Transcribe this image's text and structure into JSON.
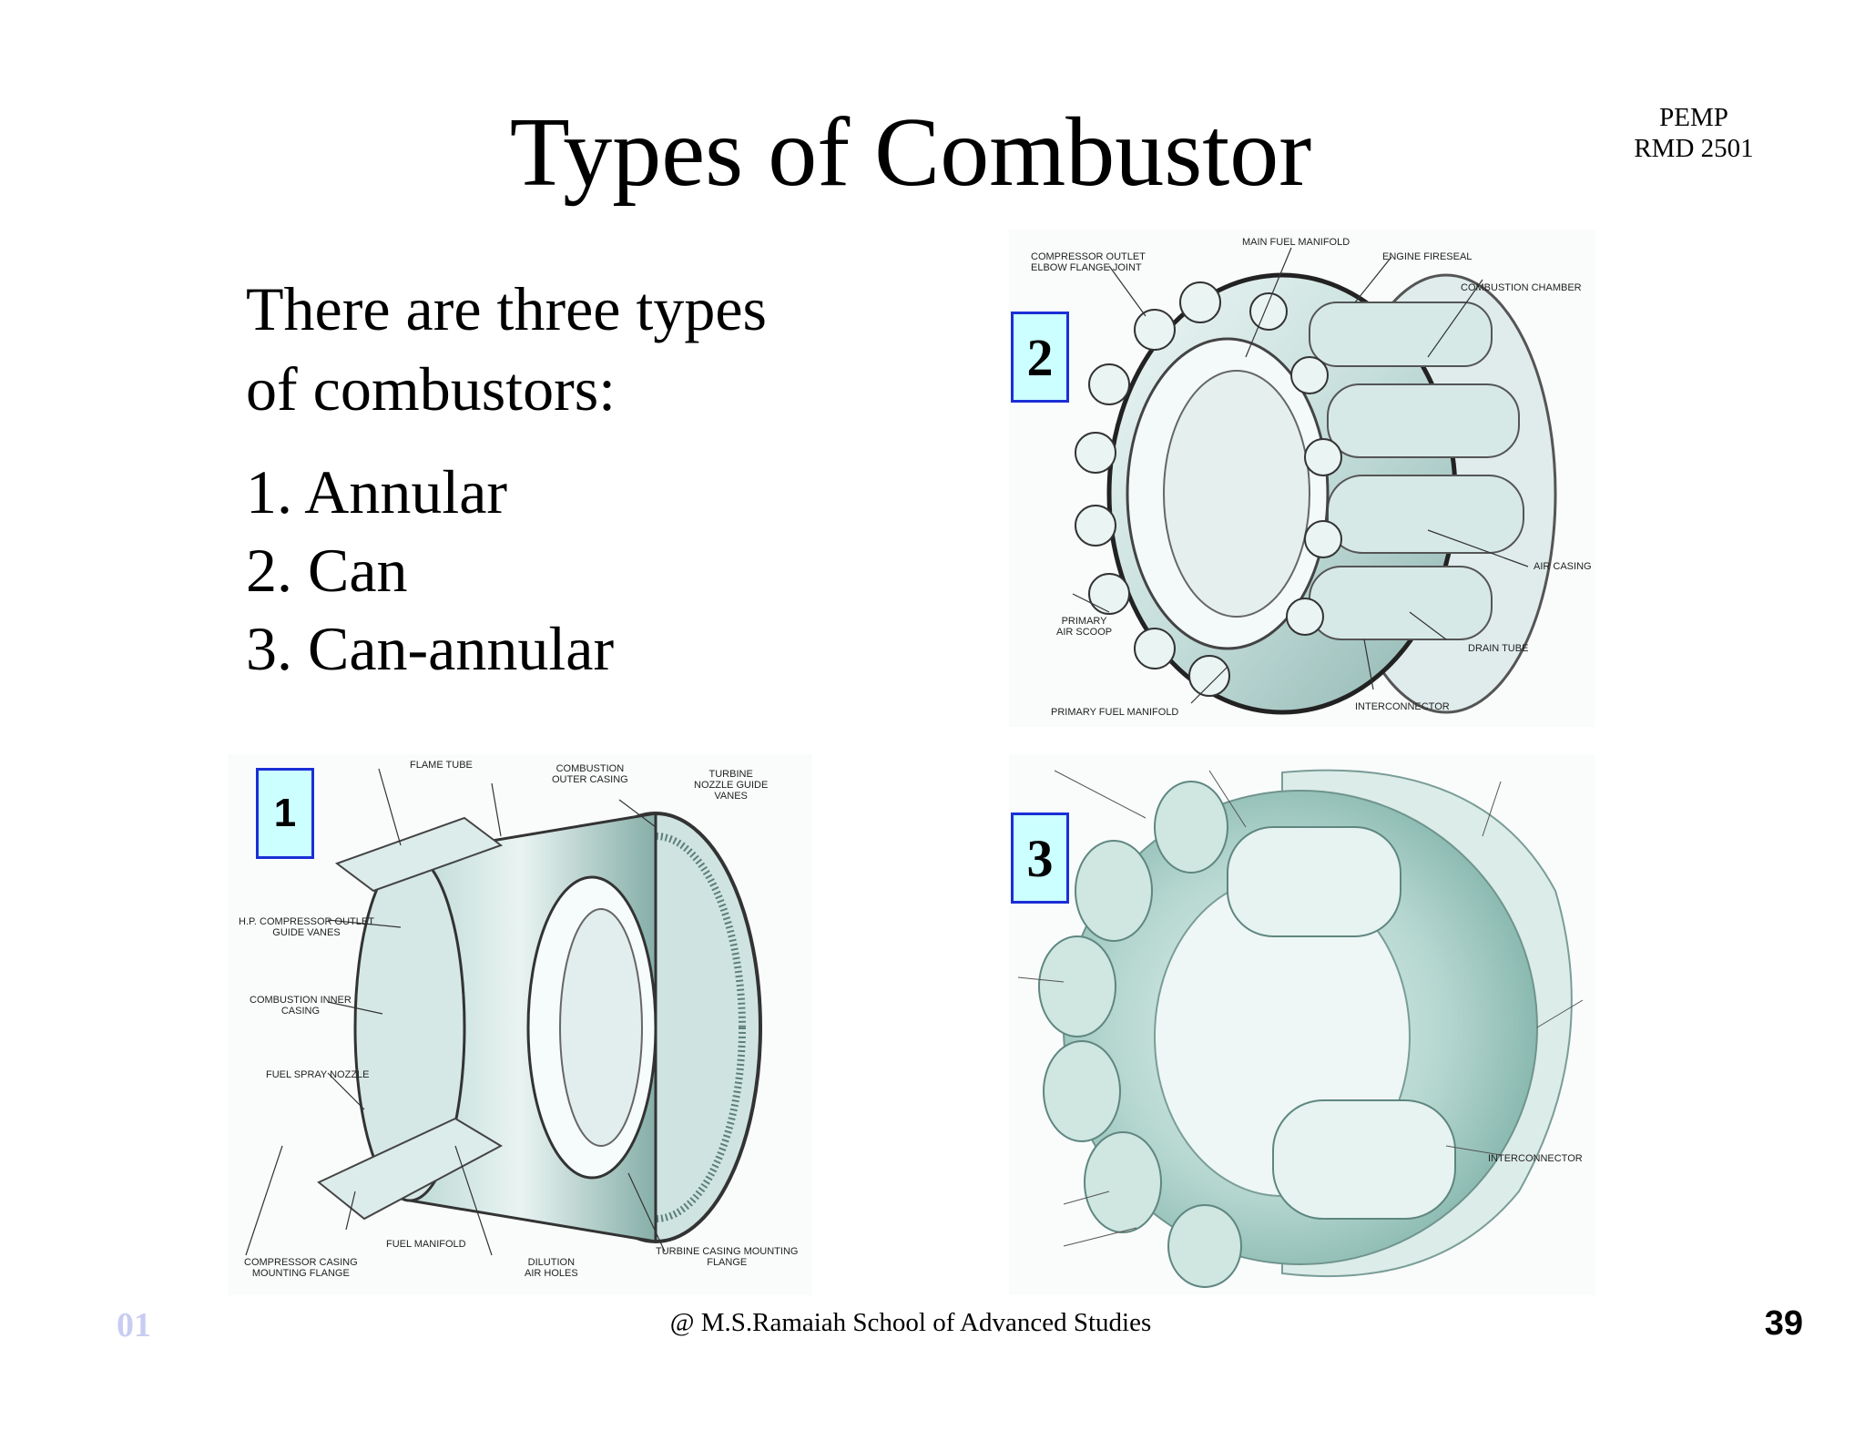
{
  "slide": {
    "title": "Types of Combustor",
    "code_line1": "PEMP",
    "code_line2": "RMD 2501",
    "intro_line1": "There are three types",
    "intro_line2": "of combustors:",
    "list": [
      "1. Annular",
      "2. Can",
      "3. Can-annular"
    ]
  },
  "figures": {
    "annular": {
      "badge": "1",
      "labels": {
        "flame_tube": "FLAME TUBE",
        "outer_casing": "COMBUSTION\nOUTER CASING",
        "nozzle_guide": "TURBINE\nNOZZLE GUIDE\nVANES",
        "hp_outlet": "H.P. COMPRESSOR OUTLET\nGUIDE VANES",
        "inner_casing": "COMBUSTION INNER\nCASING",
        "spray_nozzle": "FUEL SPRAY NOZZLE",
        "fuel_manifold": "FUEL MANIFOLD",
        "compressor_flange": "COMPRESSOR CASING\nMOUNTING FLANGE",
        "dilution_holes": "DILUTION\nAIR HOLES",
        "turbine_flange": "TURBINE CASING MOUNTING\nFLANGE"
      }
    },
    "can": {
      "badge": "2",
      "labels": {
        "elbow_joint": "COMPRESSOR OUTLET\nELBOW FLANGE JOINT",
        "main_manifold": "MAIN FUEL MANIFOLD",
        "fireseal": "ENGINE FIRESEAL",
        "chamber": "COMBUSTION CHAMBER",
        "air_casing": "AIR CASING",
        "air_scoop": "PRIMARY\nAIR SCOOP",
        "drain_tube": "DRAIN TUBE",
        "primary_manifold": "PRIMARY FUEL MANIFOLD",
        "interconnector": "INTERCONNECTOR"
      }
    },
    "can_annular": {
      "badge": "3",
      "labels": {
        "interconnector": "INTERCONNECTOR"
      }
    }
  },
  "footer": {
    "left_number": "01",
    "credit": "@ M.S.Ramaiah School of Advanced Studies",
    "page_number": "39"
  },
  "colors": {
    "badge_fill": "#ccffff",
    "badge_border": "#1a2fd6",
    "illustration_tint": "#cfe8e4",
    "footer_number": "#c9ccf2"
  }
}
